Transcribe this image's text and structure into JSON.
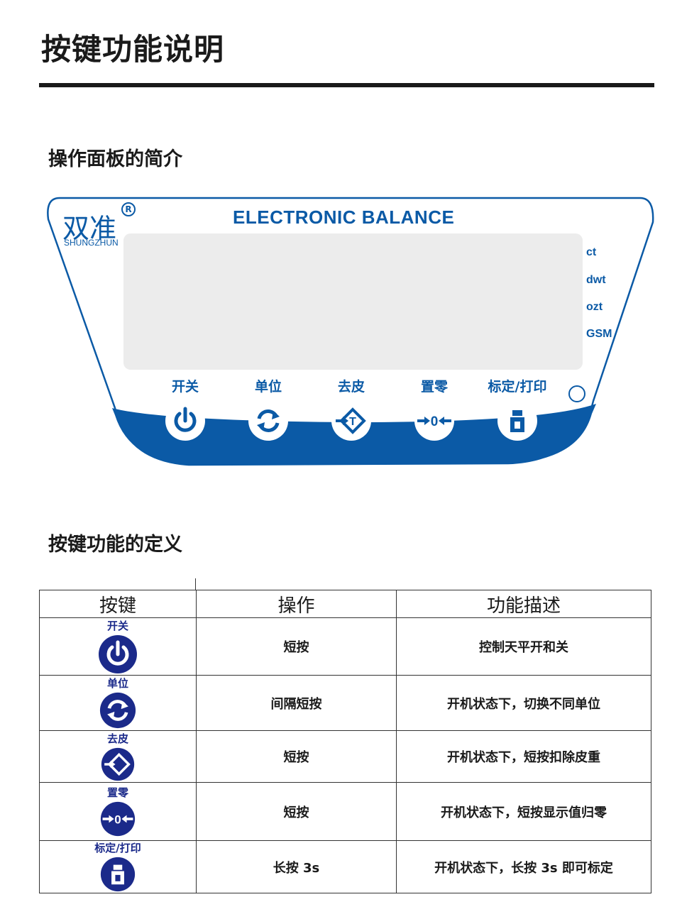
{
  "page_title": "按键功能说明",
  "section1_title": "操作面板的简介",
  "section2_title": "按键功能的定义",
  "colors": {
    "brand_blue": "#0b5aa6",
    "table_icon_blue": "#1b2a8a"
  },
  "panel": {
    "brand_cn": "双准",
    "brand_reg": "R",
    "brand_en": "SHUNGZHUN",
    "title": "ELECTRONIC BALANCE",
    "units": [
      "ct",
      "dwt",
      "ozt",
      "GSM"
    ],
    "keys": [
      {
        "label": "开关",
        "icon": "power-icon"
      },
      {
        "label": "单位",
        "icon": "cycle-arrows-icon"
      },
      {
        "label": "去皮",
        "icon": "tare-icon"
      },
      {
        "label": "置零",
        "icon": "zero-icon"
      },
      {
        "label": "标定/打印",
        "icon": "print-icon"
      }
    ]
  },
  "table": {
    "headers": [
      "按键",
      "操作",
      "功能描述"
    ],
    "rows": [
      {
        "key": "开关",
        "icon": "power-icon",
        "operation": "短按",
        "description": "控制天平开和关"
      },
      {
        "key": "单位",
        "icon": "cycle-arrows-icon",
        "operation": "间隔短按",
        "description": "开机状态下，切换不同单位"
      },
      {
        "key": "去皮",
        "icon": "tare-icon",
        "operation": "短按",
        "description": "开机状态下，短按扣除皮重"
      },
      {
        "key": "置零",
        "icon": "zero-icon",
        "operation": "短按",
        "description": "开机状态下，短按显示值归零"
      },
      {
        "key": "标定/打印",
        "icon": "print-icon",
        "operation": "长按 3s",
        "description": "开机状态下，长按 3s 即可标定"
      }
    ]
  }
}
